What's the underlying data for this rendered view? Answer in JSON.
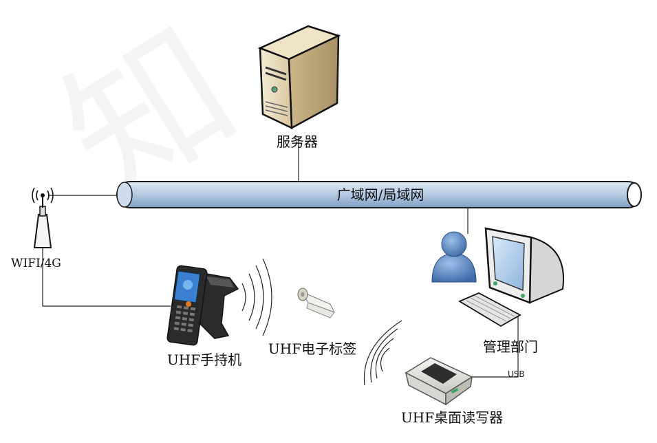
{
  "labels": {
    "server": "服务器",
    "network": "广域网/局域网",
    "wifi": "WIFI/4G",
    "handheld": "UHF手持机",
    "tag": "UHF电子标签",
    "management": "管理部门",
    "usb": "USB",
    "desktop_reader": "UHF桌面读写器"
  },
  "watermark": "知",
  "colors": {
    "pipe": "#b9cde3",
    "pipe_stroke": "#1a1a1a",
    "line": "#222222",
    "server_body": "#e8dcc0",
    "person": "#5b86c0",
    "monitor": "#e2e2e2",
    "screen": "#9fc3e6"
  },
  "icons": [
    "server-icon",
    "antenna-icon",
    "handheld-scanner-icon",
    "rfid-tag-roll-icon",
    "user-icon",
    "computer-icon",
    "keyboard-icon",
    "desktop-reader-icon"
  ]
}
